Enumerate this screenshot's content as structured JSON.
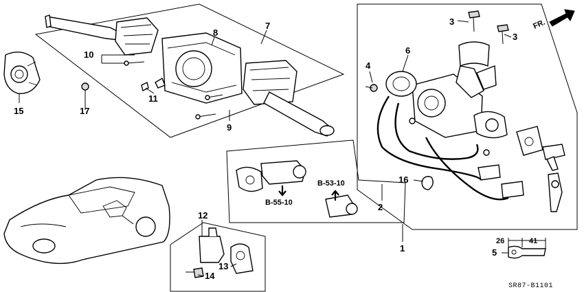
{
  "callouts": {
    "c1": "1",
    "c2": "2",
    "c3a": "3",
    "c3b": "3",
    "c4": "4",
    "c5": "5",
    "c6": "6",
    "c7": "7",
    "c8": "8",
    "c9": "9",
    "c10": "10",
    "c11": "11",
    "c12": "12",
    "c13": "13",
    "c14": "14",
    "c15": "15",
    "c16": "16",
    "c17": "17"
  },
  "references": {
    "b55": "B-55-10",
    "b53": "B-53-10"
  },
  "dimensions": {
    "d26": "26",
    "d41": "41"
  },
  "direction_label": "FR.",
  "diagram_code": "SR87-B1101"
}
